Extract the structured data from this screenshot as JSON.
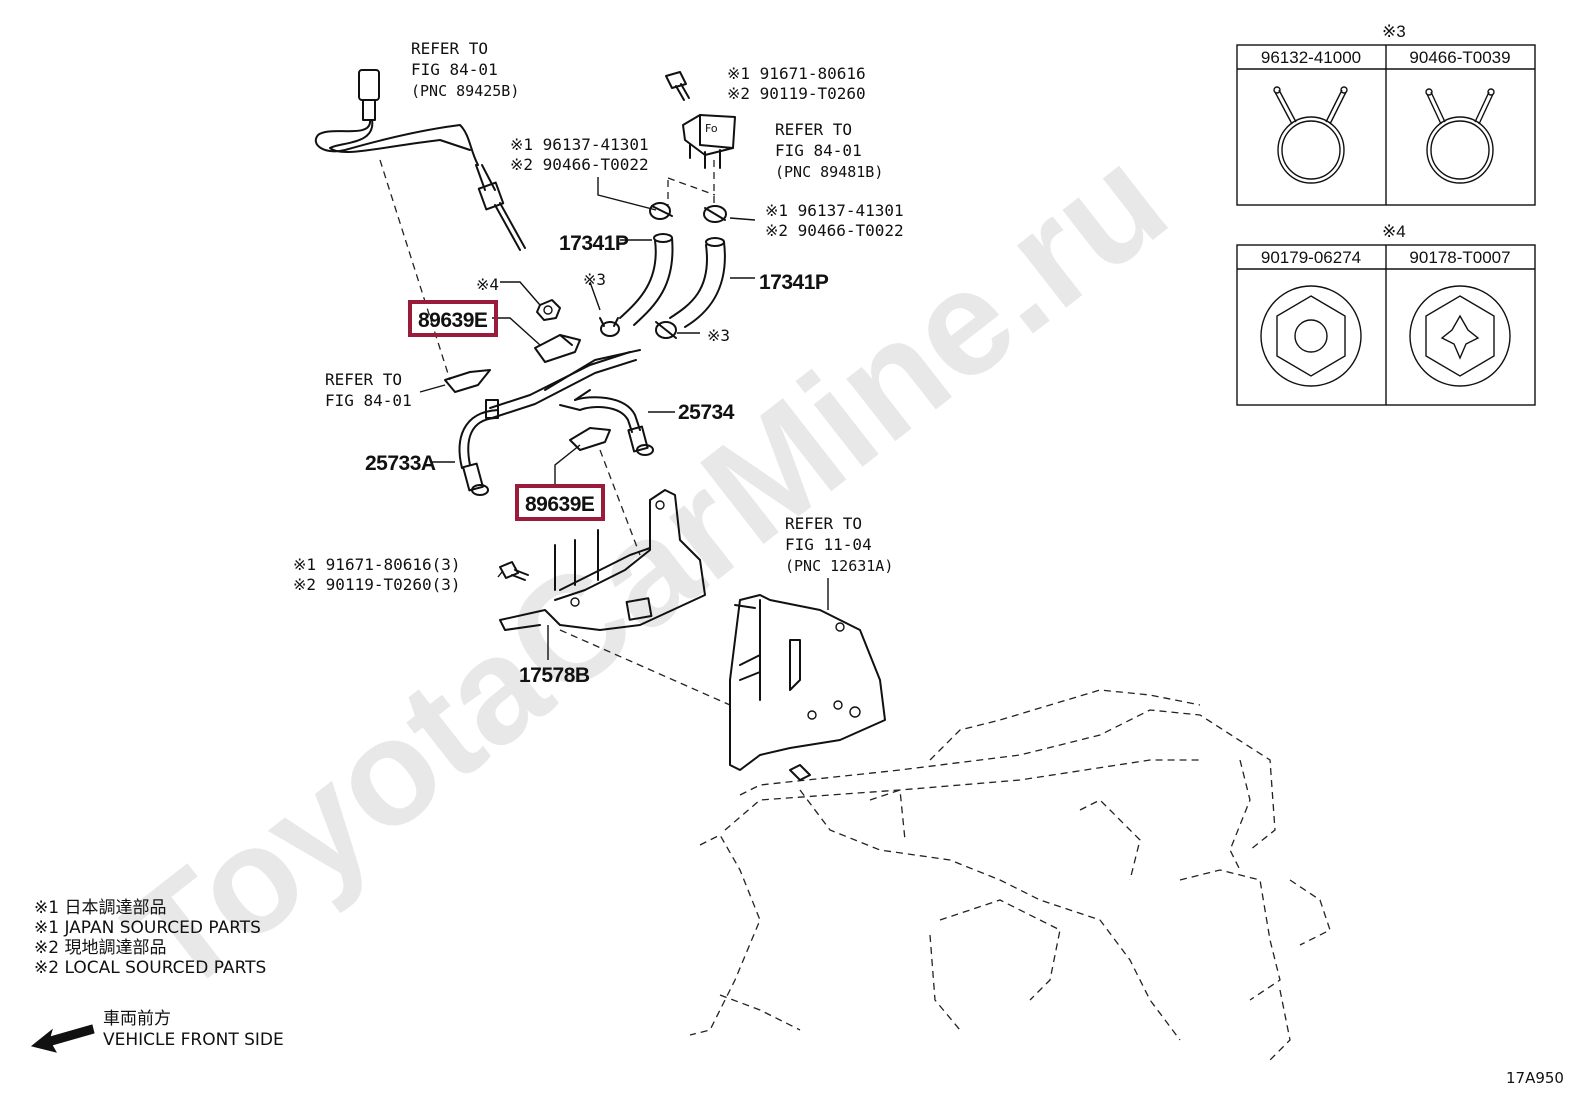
{
  "watermark": "ToyotaCarMine.ru",
  "diagram_code": "17A950",
  "callouts": {
    "refer_pnc89425b": [
      "REFER TO",
      "FIG 84-01",
      "(PNC 89425B)"
    ],
    "refer_pnc89481b": [
      "REFER TO",
      "FIG 84-01",
      "(PNC 89481B)"
    ],
    "refer_fig8401": [
      "REFER TO",
      "FIG 84-01"
    ],
    "refer_pnc12631a": [
      "REFER TO",
      "FIG 11-04",
      "(PNC 12631A)"
    ],
    "bolt_top": [
      "※1 91671-80616",
      "※2 90119-T0260"
    ],
    "clamp_left": [
      "※1 96137-41301",
      "※2 90466-T0022"
    ],
    "clamp_right": [
      "※1 96137-41301",
      "※2 90466-T0022"
    ],
    "bolt_bottom": [
      "※1 91671-80616(3)",
      "※2 90119-T0260(3)"
    ],
    "mark3_a": "※3",
    "mark3_b": "※3",
    "mark4": "※4"
  },
  "parts": {
    "hose_left": "17341P",
    "hose_right": "17341P",
    "sensor_top": "89639E",
    "sensor_bottom": "89639E",
    "pipe_right": "25734",
    "pipe_left": "25733A",
    "bracket": "17578B"
  },
  "tables": {
    "t3": {
      "mark": "※3",
      "cols": [
        "96132-41000",
        "90466-T0039"
      ]
    },
    "t4": {
      "mark": "※4",
      "cols": [
        "90179-06274",
        "90178-T0007"
      ]
    }
  },
  "legend": [
    "※1 日本調達部品",
    "※1 JAPAN SOURCED PARTS",
    "※2 現地調達部品",
    "※2 LOCAL SOURCED PARTS"
  ],
  "front": {
    "jp": "車両前方",
    "en": "VEHICLE FRONT SIDE"
  },
  "colors": {
    "highlight": "#9b1b3a",
    "line": "#111111",
    "watermark": "#e8e8e8"
  }
}
